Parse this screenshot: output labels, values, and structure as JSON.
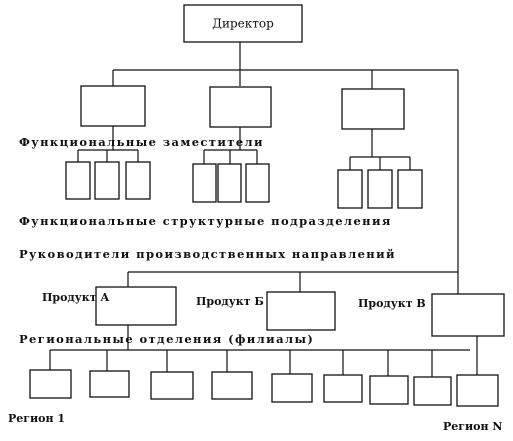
{
  "chart_data": {
    "type": "org_chart",
    "nodes": {
      "director": "Директор",
      "product_a": "Продукт А",
      "product_b": "Продукт Б",
      "product_v": "Продукт В",
      "region_1": "Регион 1",
      "region_n": "Регион N"
    },
    "levels": {
      "functional_deputies": "Функциональные заместители",
      "functional_units": "Функциональные структурные подразделения",
      "production_heads": "Руководители производственных направлений",
      "regional_branches": "Региональные отделения (филиалы)"
    },
    "counts": {
      "deputies": 3,
      "units_per_deputy": [
        3,
        3,
        3
      ],
      "products": 3,
      "regions": 9
    }
  }
}
